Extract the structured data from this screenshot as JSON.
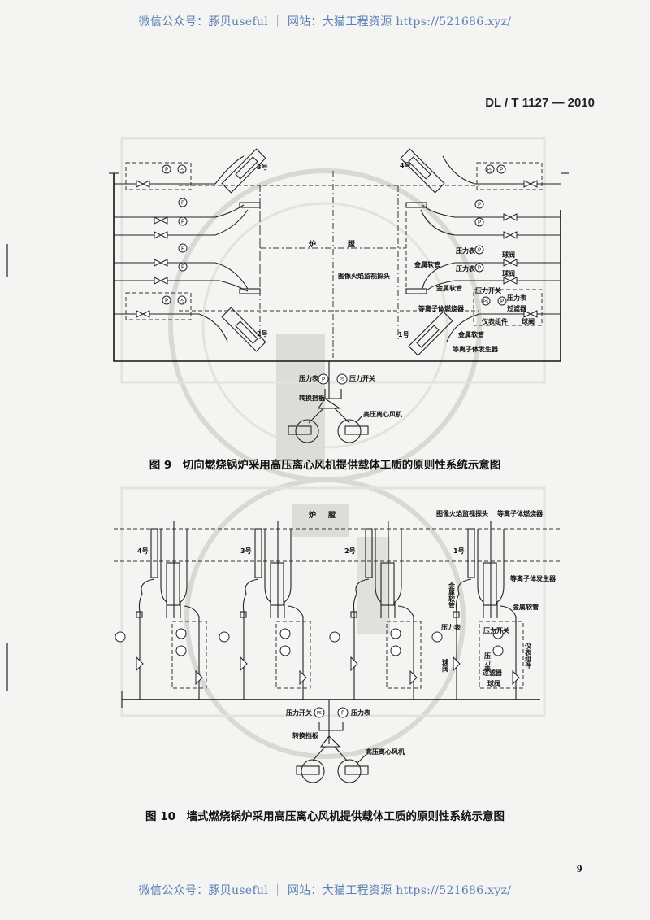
{
  "watermark": {
    "top": "微信公众号：豚贝useful ｜ 网站：大猫工程资源 https://521686.xyz/",
    "bottom": "微信公众号：豚贝useful ｜ 网站：大猫工程资源 https://521686.xyz/"
  },
  "header": {
    "standard_code": "DL / T 1127 — 2010"
  },
  "figure9": {
    "caption": "图 9　切向燃烧锅炉采用高压离心风机提供载体工质的原则性系统示意图",
    "burner_numbers": [
      "1号",
      "2号",
      "3号",
      "4号"
    ],
    "furnace_label_1": "炉",
    "furnace_label_2": "膛",
    "labels": {
      "flame_probe": "图像火焰监视探头",
      "metal_hose": "金属软管",
      "plasma_burner": "等离子体燃烧器",
      "plasma_generator": "等离子体发生器",
      "pressure_gauge": "压力表",
      "pressure_switch": "压力开关",
      "ball_valve": "球阀",
      "filter": "过滤器",
      "instrument_assembly": "仪表组件",
      "damper": "转换挡板",
      "blower": "高压离心风机"
    },
    "gauge_symbols": {
      "pressure": "P",
      "switch": "PS"
    }
  },
  "figure10": {
    "caption": "图 10　墙式燃烧锅炉采用高压离心风机提供载体工质的原则性系统示意图",
    "burner_numbers": [
      "4号",
      "3号",
      "2号",
      "1号"
    ],
    "furnace_label_1": "炉",
    "furnace_label_2": "膛",
    "labels": {
      "flame_probe": "图像火焰监视探头",
      "plasma_burner": "等离子体燃烧器",
      "plasma_generator": "等离子体发生器",
      "metal_hose_vertical": "金属软管",
      "metal_hose": "金属软管",
      "pressure_gauge": "压力表",
      "pressure_switch": "压力开关",
      "ball_valve": "球阀",
      "filter": "过滤器",
      "instrument_assembly": "仪表组件",
      "damper": "转换挡板",
      "blower": "高压离心风机"
    },
    "gauge_symbols": {
      "pressure": "P",
      "switch": "PS"
    }
  },
  "footer": {
    "page_number": "9"
  }
}
